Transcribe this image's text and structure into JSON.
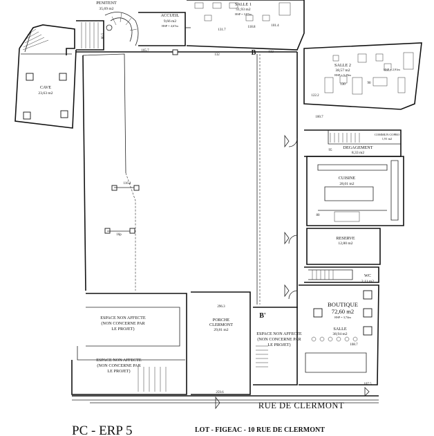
{
  "plan": {
    "rooms": {
      "penitent": {
        "name": "PENITENT",
        "area": "35,69 m2"
      },
      "accueil": {
        "name": "ACCUEIL",
        "area": "9,66 m2",
        "hsp": "HSP = 4,67m"
      },
      "salle1": {
        "name": "SALLE 1",
        "area": "51,93 m2",
        "hsp": "HSP = 3,87m"
      },
      "salle2": {
        "name": "SALLE 2",
        "area": "38,57 m2",
        "hsp": "HSP = 5,29m",
        "hsp_right": "HSP = 2,91m"
      },
      "cave": {
        "name": "CAVE",
        "area": "23,63 m2"
      },
      "commun": {
        "name": "COMMUN COPRO",
        "area": "1,91 m2"
      },
      "degagement": {
        "name": "DEGAGEMENT",
        "area": "8,33 m2"
      },
      "cuisine": {
        "name": "CUISINE",
        "area": "28,01 m2"
      },
      "reserve": {
        "name": "RESERVE",
        "area": "12,80 m2"
      },
      "wc": {
        "name": "WC",
        "area": "2,11 m2"
      },
      "boutique": {
        "name": "BOUTIQUE",
        "area": "72,60 m2",
        "hsp": "HSP = 3,74m"
      },
      "salle": {
        "name": "SALLE",
        "area": "38,94 m2"
      },
      "porche": {
        "name": "PORCHE",
        "name2": "CLERMONT",
        "area": "29,81 m2"
      },
      "espace1": {
        "line1": "ESPACE NON AFFECTE",
        "line2": "(NON CONCERNE PAR",
        "line3": "LE PROJET)"
      },
      "espace2": {
        "line1": "ESPACE NON AFFECTE",
        "line2": "(NON CONCERNE PAR",
        "line3": "LE PROJET)"
      },
      "espace3": {
        "line1": "ESPACE NON AFFECTE",
        "line2": "(NON CONCERNE PAR",
        "line3": "LE PROJET)"
      }
    },
    "dimensions": [
      "131.7",
      "118.8",
      "101.4",
      "165.7",
      "132",
      "132",
      "130",
      "90",
      "122.2",
      "100.7",
      "95",
      "116.4",
      "16p",
      "80",
      "296.3",
      "259.6",
      "108.7",
      "107.5",
      "80.5"
    ],
    "section_marks": {
      "b_top": "B",
      "b_bottom": "B'"
    },
    "street": "RUE DE CLERMONT",
    "title_left": "PC - ERP 5",
    "title_right": "LOT - FIGEAC - 10 RUE DE CLERMONT"
  }
}
